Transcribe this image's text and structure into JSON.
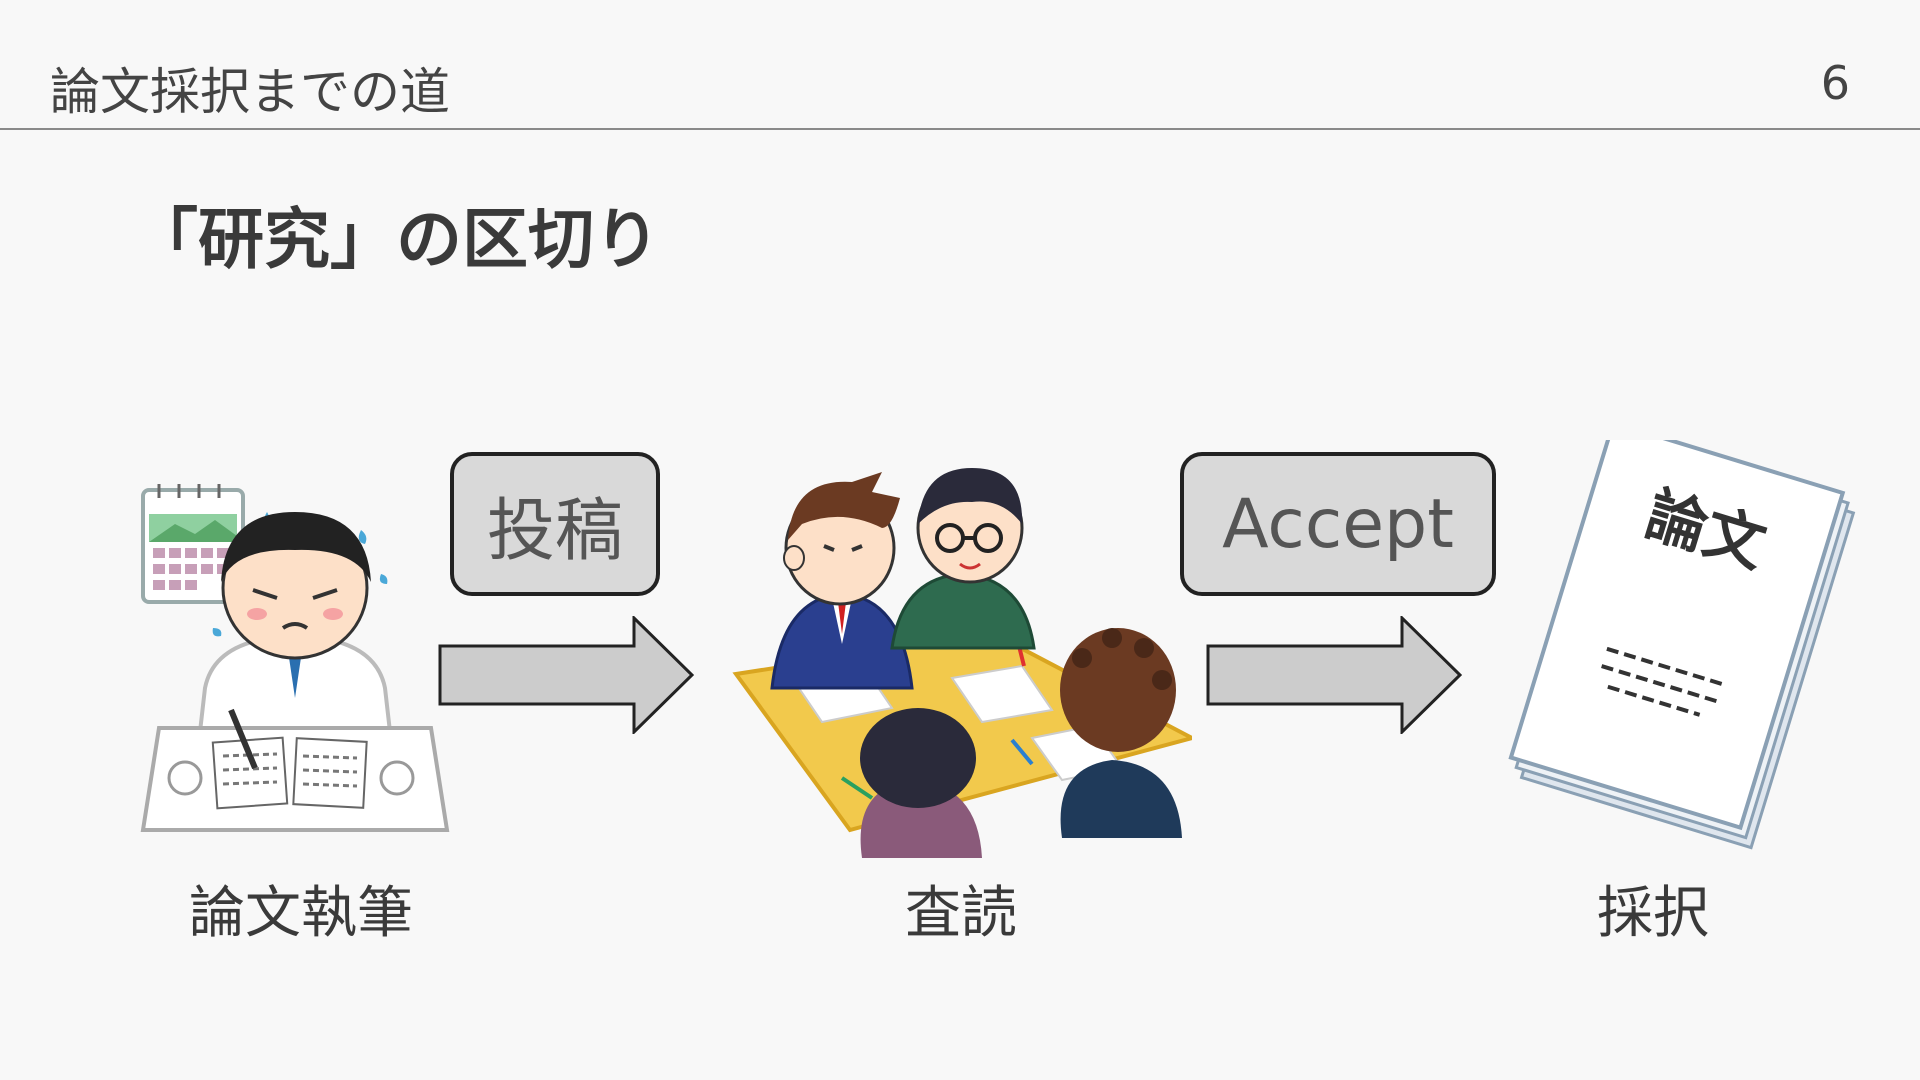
{
  "header": {
    "title": "論文採択までの道",
    "page_number": "6"
  },
  "heading": "「研究」の区切り",
  "transitions": [
    {
      "label": "投稿"
    },
    {
      "label": "Accept"
    }
  ],
  "steps": [
    {
      "label": "論文執筆",
      "icon": "writing-researcher-icon"
    },
    {
      "label": "査読",
      "icon": "review-meeting-icon"
    },
    {
      "label": "採択",
      "icon": "paper-document-icon"
    }
  ],
  "paper_cover_text": "論文",
  "colors": {
    "background": "#f8f8f8",
    "box_fill": "#d9d9d9",
    "arrow_fill": "#cccccc",
    "table_yellow": "#f2c94c",
    "suit_navy": "#2a3f8f",
    "suit_green": "#2e6b4f"
  }
}
